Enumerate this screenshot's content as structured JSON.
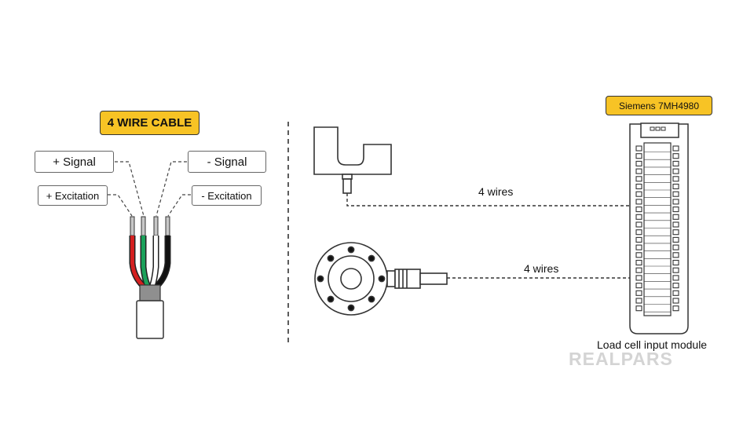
{
  "left": {
    "title": "4 WIRE CABLE",
    "labels": {
      "plus_signal": "+ Signal",
      "minus_signal": "- Signal",
      "plus_excitation": "+ Excitation",
      "minus_excitation": "- Excitation"
    },
    "wire_colors": [
      "#d42020",
      "#1aa15a",
      "#ffffff",
      "#111111"
    ]
  },
  "right": {
    "module_title": "Siemens 7MH4980",
    "connection_1": "4 wires",
    "connection_2": "4 wires",
    "module_caption": "Load cell input module"
  },
  "brand": "REALPARS"
}
